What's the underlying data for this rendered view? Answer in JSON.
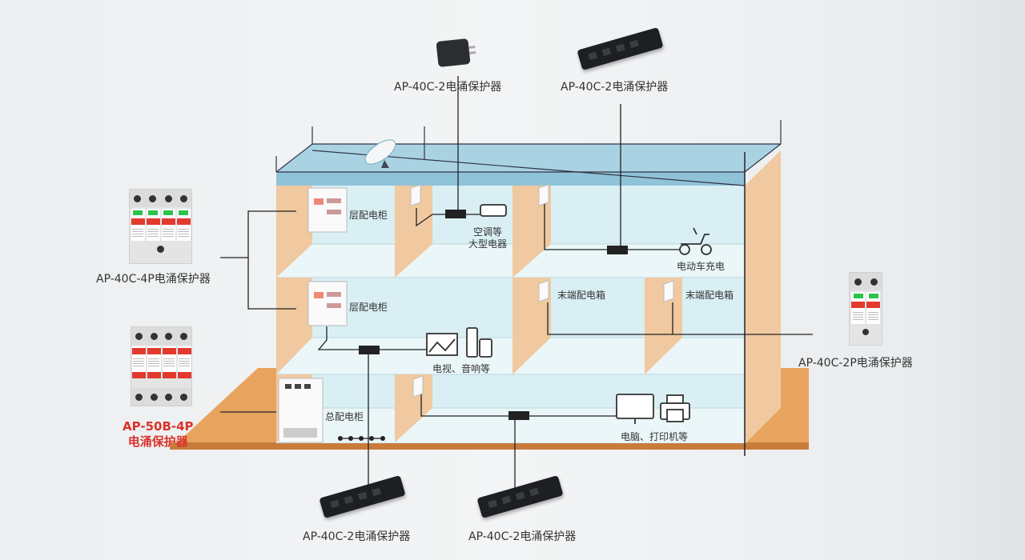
{
  "colors": {
    "wall_tan": "#f0c9a0",
    "room_bg": "#d9eff3",
    "floor": "#e8f5f7",
    "roof": "#a9d3e3",
    "ground": "#e8a45e",
    "accent_red": "#d9342b",
    "line": "#222222"
  },
  "products": {
    "top_left": "AP-40C-2电涌保护器",
    "top_right": "AP-40C-2电涌保护器",
    "left_upper": "AP-40C-4P电涌保护器",
    "left_lower_line1": "AP-50B-4P",
    "left_lower_line2": "电涌保护器",
    "right": "AP-40C-2P电涌保护器",
    "bottom_left": "AP-40C-2电涌保护器",
    "bottom_right": "AP-40C-2电涌保护器"
  },
  "building": {
    "floor_cabinet_3": "层配电柜",
    "ac_line1": "空调等",
    "ac_line2": "大型电器",
    "ev_charging": "电动车充电",
    "floor_cabinet_2": "层配电柜",
    "terminal_box_1": "末端配电箱",
    "terminal_box_2": "末端配电箱",
    "tv_audio": "电视、音响等",
    "main_cabinet": "总配电柜",
    "pc_printer": "电脑、打印机等"
  }
}
